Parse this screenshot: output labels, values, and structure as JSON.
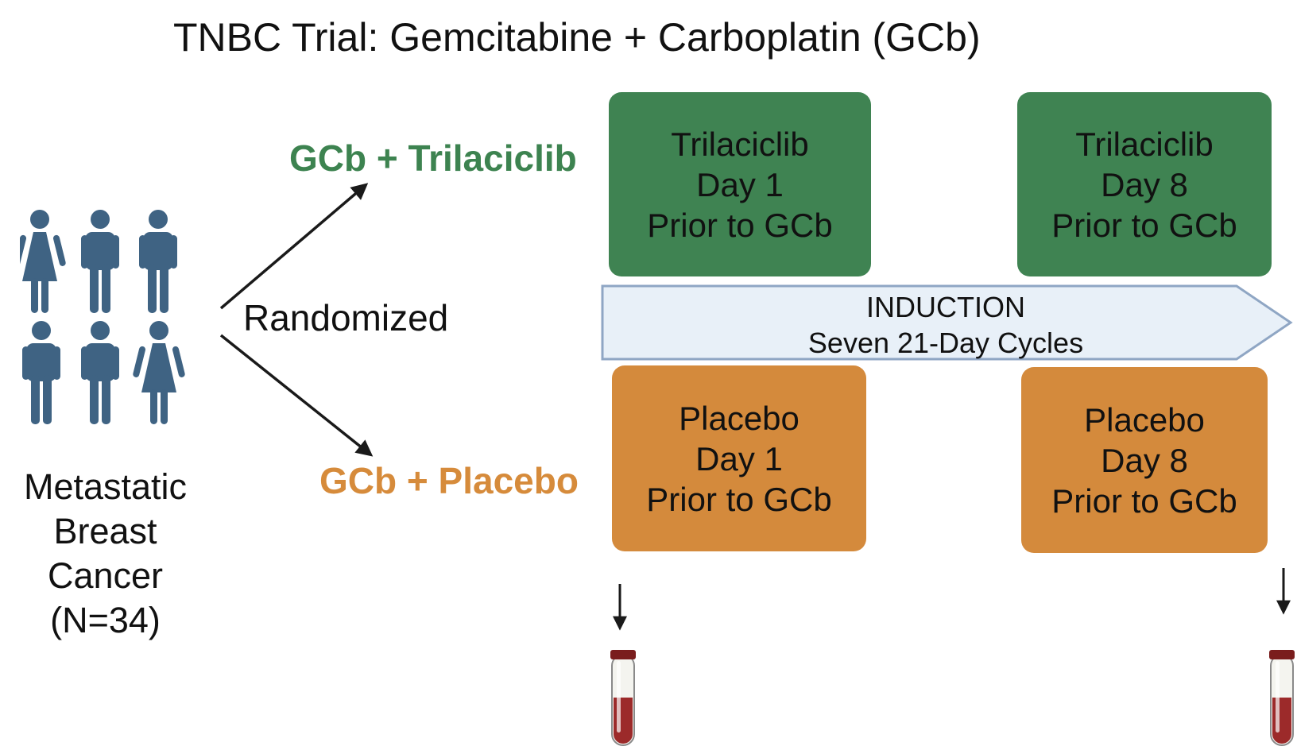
{
  "title": "TNBC Trial: Gemcitabine + Carboplatin (GCb)",
  "population": {
    "lines": [
      "Metastatic",
      "Breast",
      "Cancer",
      "(N=34)"
    ],
    "icon_color": "#3f6383"
  },
  "randomized_label": "Randomized",
  "arms": {
    "trilaciclib": {
      "label": "GCb + Trilaciclib",
      "color": "#3d8350"
    },
    "placebo": {
      "label": "GCb + Placebo",
      "color": "#d68b3b"
    }
  },
  "boxes": {
    "tri_day1": {
      "lines": [
        "Trilaciclib",
        "Day 1",
        "Prior to GCb"
      ],
      "color": "#3f8352"
    },
    "tri_day8": {
      "lines": [
        "Trilaciclib",
        "Day 8",
        "Prior to GCb"
      ],
      "color": "#3f8352"
    },
    "pla_day1": {
      "lines": [
        "Placebo",
        "Day 1",
        "Prior to GCb"
      ],
      "color": "#d48a3c"
    },
    "pla_day8": {
      "lines": [
        "Placebo",
        "Day 8",
        "Prior to GCb"
      ],
      "color": "#d48a3c"
    }
  },
  "induction": {
    "title": "INDUCTION",
    "subtitle": "Seven 21-Day Cycles",
    "fill": "#e8f0f8",
    "stroke": "#8fa6c4"
  },
  "icons": {
    "blood_tube": "blood-tube-icon",
    "person_female": "person-female-icon",
    "person_male": "person-male-icon"
  }
}
